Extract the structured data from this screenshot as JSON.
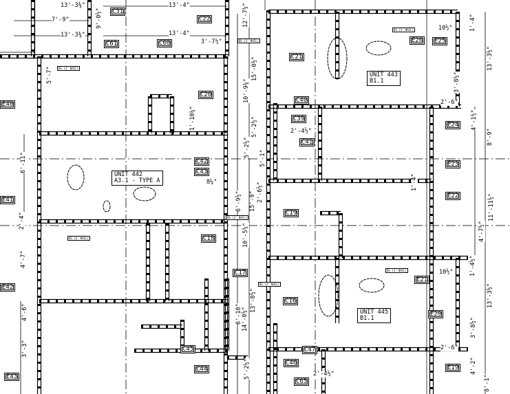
{
  "drawing": {
    "units": [
      {
        "name": "UNIT 442",
        "type": "A3.1 - TYPE A"
      },
      {
        "name": "UNIT 443",
        "type": "B1.1"
      },
      {
        "name": "UNIT 445",
        "type": "B1.1"
      }
    ],
    "callouts": [
      "C31",
      "C22",
      "C61",
      "C60",
      "C20",
      "E40",
      "C21",
      "C40",
      "C39",
      "C41",
      "E26",
      "E25",
      "E24",
      "E23",
      "E22",
      "C42",
      "C43",
      "E41",
      "C18",
      "C19",
      "C17",
      "C16",
      "E42",
      "E20",
      "E21",
      "C45",
      "C44",
      "E43",
      "C47",
      "C46",
      "C65",
      "E19"
    ],
    "note_label": "BS (3' NAIL)",
    "dimensions": [
      "13'-3⅜\"",
      "13'-4\"",
      "7'-9\"",
      "13'-3⅜\"",
      "13'-4\"",
      "9'-0½\"",
      "3'-7½\"",
      "12'-7½\"",
      "15'-0½\"",
      "10'-9⅜\"",
      "5'-2½\"",
      "5'-7\"",
      "1'-10¼\"",
      "5'-2½\"",
      "6'-11\"",
      "6'-9½\"",
      "15'-9\"",
      "10'-5½\"",
      "2'-4\"",
      "4'-7\"",
      "4'-6\"",
      "3'-3\"",
      "6'-10\"",
      "14'-0½\"",
      "13'-0½\"",
      "5'-2½\"",
      "13'-3½\"",
      "3'-8½\"",
      "4'-1½\"",
      "8'-9\"",
      "11'-11½\"",
      "4'-7½\"",
      "1'-4\"",
      "13'-3½\"",
      "3'-8½\"",
      "4'-2\"",
      "8'-1\"",
      "10½\"",
      "10½\"",
      "2'-6\"",
      "2'-6\"",
      "2'-4½\"",
      "2'-4½\"",
      "1'-4\"",
      "1'-4½\"",
      "8¼\"",
      "5'-1\"",
      "2'-6½\""
    ],
    "colors": {
      "line": "#000000",
      "paper": "#ffffff",
      "grid": "#333333"
    }
  }
}
